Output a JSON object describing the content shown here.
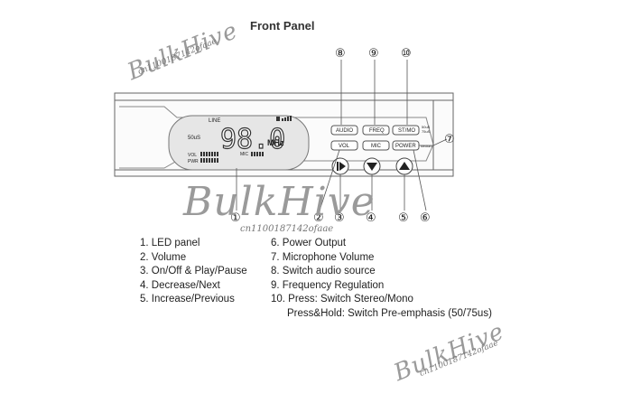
{
  "title": "Front Panel",
  "lcd": {
    "line": "LINE",
    "mode": "50uS",
    "frequency": "98.0",
    "unit": "MHz",
    "vol": "VOL",
    "pwr": "PWR",
    "mic": "MIC"
  },
  "buttons": {
    "audio": "AUDIO",
    "freq": "FREQ",
    "stmo": "ST/MO",
    "vol": "VOL",
    "mic": "MIC",
    "power": "POWER",
    "emph_top": "50uS",
    "emph_bottom": "75uS",
    "medium": "Medium"
  },
  "callouts": {
    "c1": "①",
    "c2": "②",
    "c3": "③",
    "c4": "④",
    "c5": "⑤",
    "c6": "⑥",
    "c7": "⑦",
    "c8": "⑧",
    "c9": "⑨",
    "c10": "⑩"
  },
  "legend_left": [
    "1. LED panel",
    "2. Volume",
    "3. On/Off & Play/Pause",
    "4. Decrease/Next",
    "5. Increase/Previous"
  ],
  "legend_right": [
    "6. Power Output",
    "7. Microphone Volume",
    "8. Switch audio source",
    "9. Frequency Regulation",
    "10. Press: Switch Stereo/Mono",
    "Press&Hold: Switch Pre-emphasis (50/75us)"
  ],
  "watermarks": {
    "brand": "BulkHive",
    "code": "cn1100187142ofaae"
  }
}
